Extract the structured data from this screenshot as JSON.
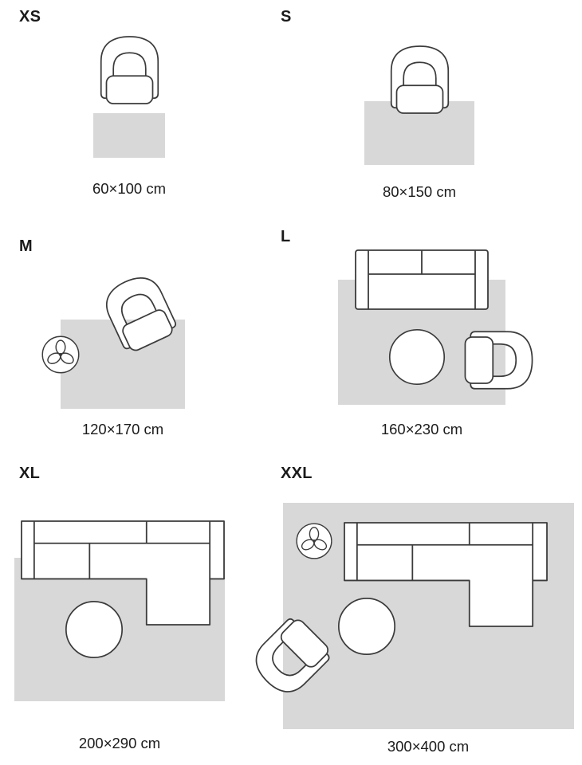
{
  "colors": {
    "rug": "#d8d8d8",
    "outline": "#3b3b3b",
    "text": "#1b1b1b",
    "background": "#ffffff",
    "furniture_fill": "#ffffff"
  },
  "sizes": [
    {
      "code": "XS",
      "dimensions": "60×100 cm",
      "furniture": [
        "armchair"
      ]
    },
    {
      "code": "S",
      "dimensions": "80×150 cm",
      "furniture": [
        "armchair"
      ]
    },
    {
      "code": "M",
      "dimensions": "120×170 cm",
      "furniture": [
        "armchair",
        "plant-side-table"
      ]
    },
    {
      "code": "L",
      "dimensions": "160×230 cm",
      "furniture": [
        "sofa",
        "coffee-table",
        "armchair"
      ]
    },
    {
      "code": "XL",
      "dimensions": "200×290 cm",
      "furniture": [
        "sectional-sofa",
        "coffee-table"
      ]
    },
    {
      "code": "XXL",
      "dimensions": "300×400 cm",
      "furniture": [
        "plant-side-table",
        "sectional-sofa",
        "coffee-table",
        "armchair"
      ]
    }
  ]
}
